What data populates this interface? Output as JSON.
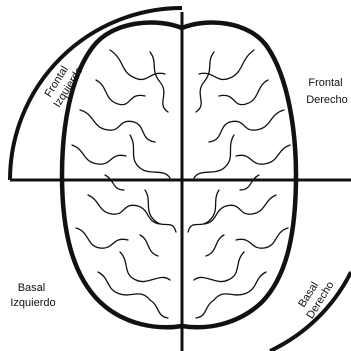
{
  "quadrants": {
    "top_left": {
      "line1": "Frontal",
      "line2": "Izquierdo"
    },
    "top_right": {
      "line1": "Frontal",
      "line2": "Derecho"
    },
    "bottom_left": {
      "line1": "Basal",
      "line2": "Izquierdo"
    },
    "bottom_right": {
      "line1": "Basal",
      "line2": "Derecho"
    }
  },
  "colors": {
    "ink": "#111111",
    "background": "#ffffff"
  }
}
